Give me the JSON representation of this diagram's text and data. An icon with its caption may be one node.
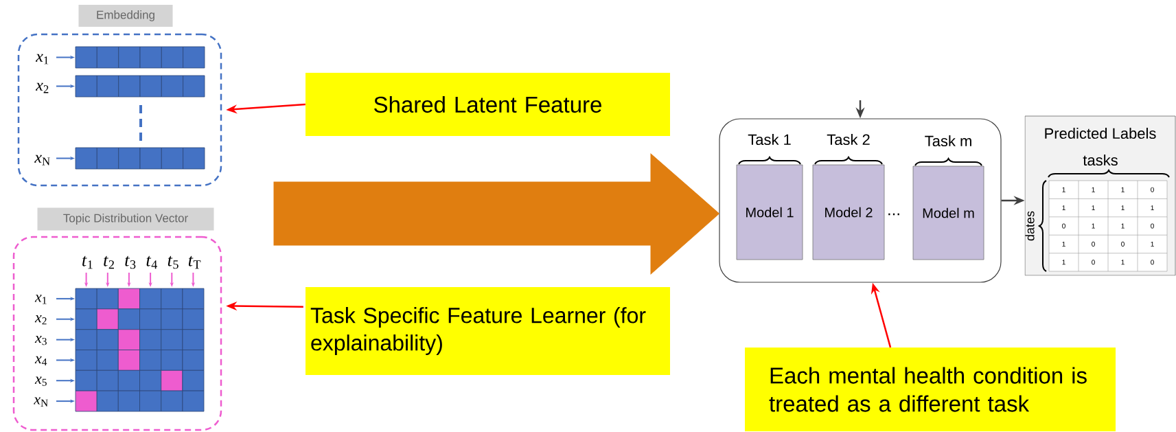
{
  "diagram": {
    "nodes": [
      {
        "text": [
          "Embedding"
        ]
      },
      {
        "text": [
          "Topic Distribution Vector"
        ]
      },
      {
        "text": [
          "Shared Latent Feature"
        ]
      },
      {
        "text": [
          "Task Specific Feature Learner (for explainability)"
        ]
      },
      {
        "text": [],
        "shape": "box"
      },
      {
        "text": [
          "Model 1"
        ],
        "beside": [
          "Task 1"
        ],
        "in": 4
      },
      {
        "text": [
          "Model 2"
        ],
        "beside": [
          "Task 2"
        ],
        "in": 4
      },
      {
        "text": [
          "Model m"
        ],
        "beside": [
          "Task m"
        ],
        "in": 4
      },
      {
        "text": [
          "Predicted Labels"
        ]
      },
      {
        "text": [
          "Each mental health condition is treated as a different task"
        ]
      }
    ],
    "edges": [
      {
        "from": 2,
        "to": 0,
        "arrow": "to"
      },
      {
        "from": 3,
        "to": 1,
        "arrow": "to"
      },
      {
        "from": null,
        "to": 4,
        "arrow": "to",
        "style": "thick",
        "color": "#e07e10"
      },
      {
        "from": null,
        "to": 4,
        "arrow": "to",
        "color": "#404040"
      },
      {
        "from": 4,
        "to": 8,
        "arrow": "to",
        "color": "#404040"
      },
      {
        "from": 9,
        "to": 4,
        "arrow": "to"
      }
    ],
    "labels": [
      "*x*$_{1}$",
      "*x*$_{2}$",
      "*x*$_{N}$",
      "*t*$_{1}$",
      "*t*$_{2}$",
      "*t*$_{3}$",
      "*t*$_{4}$",
      "*t*$_{5}$",
      "*t*$_{T}$",
      "*x*$_{1}$",
      "*x*$_{2}$",
      "*x*$_{3}$",
      "*x*$_{4}$",
      "*x*$_{5}$",
      "*x*$_{N}$",
      "...",
      "tasks",
      "dates",
      "1",
      "1",
      "1",
      "0",
      "1",
      "1",
      "1",
      "1",
      "0",
      "1",
      "1",
      "0",
      "1",
      "0",
      "0",
      "1",
      "1",
      "0",
      "1",
      "0"
    ]
  }
}
